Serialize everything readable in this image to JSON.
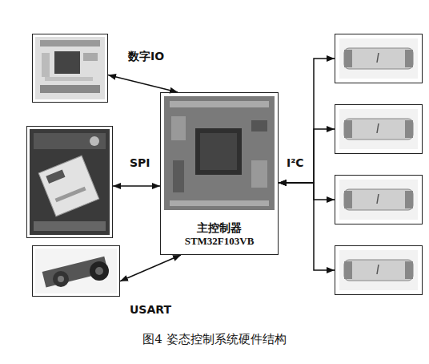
{
  "diagram": {
    "caption": "图4 姿态控制系统硬件结构",
    "nodes": [
      {
        "text": []
      },
      {
        "text": []
      },
      {
        "text": []
      },
      {
        "text": [
          "主控制器",
          "STM32F103VB"
        ]
      },
      {
        "text": []
      },
      {
        "text": []
      },
      {
        "text": []
      },
      {
        "text": []
      }
    ],
    "edges": [
      {
        "from": 0,
        "to": 3,
        "label": "数字IO",
        "arrow": "both"
      },
      {
        "from": 1,
        "to": 3,
        "label": "SPI",
        "arrow": "both"
      },
      {
        "from": 2,
        "to": 3,
        "label": "USART",
        "arrow": "both"
      },
      {
        "from": 3,
        "to": 4,
        "label": "I²C",
        "arrow": "both"
      },
      {
        "from": 3,
        "to": 5,
        "arrow": "both"
      },
      {
        "from": 3,
        "to": 6,
        "arrow": "both"
      },
      {
        "from": 3,
        "to": 7,
        "arrow": "both"
      }
    ]
  }
}
